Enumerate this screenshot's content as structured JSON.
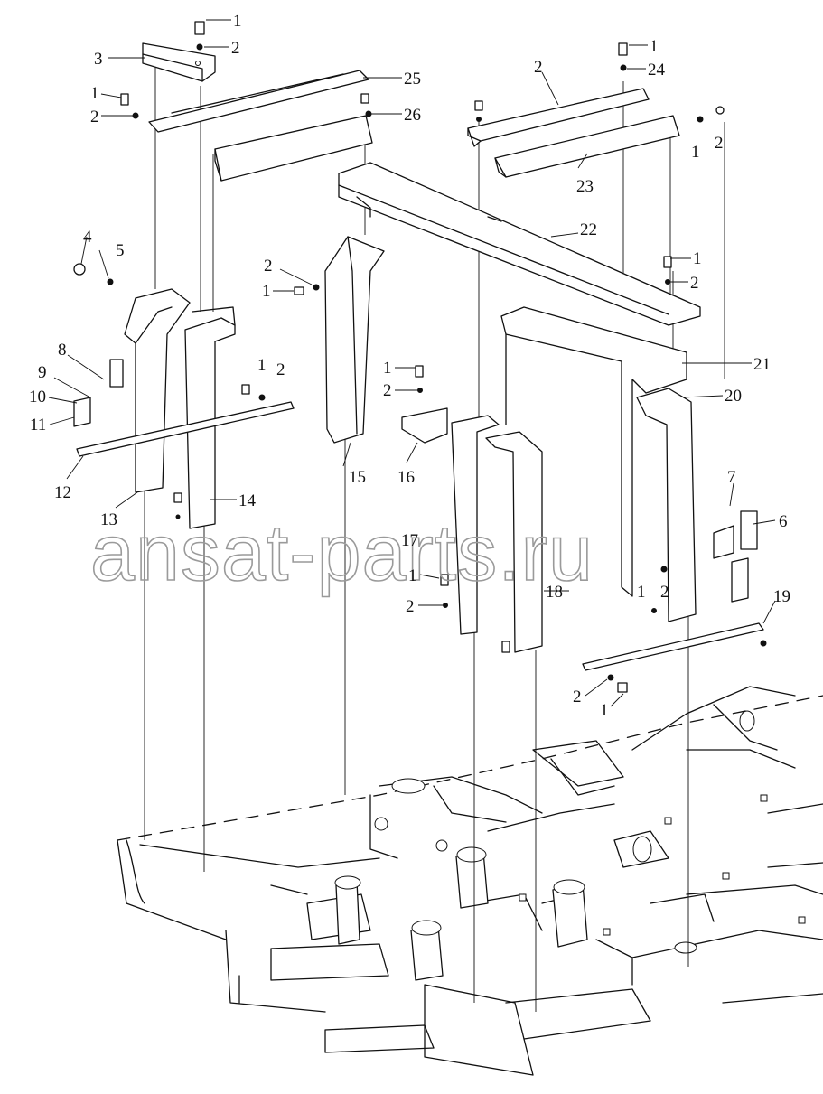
{
  "watermark": "ansat-parts.ru",
  "callouts": [
    {
      "id": "c1a",
      "label": "1"
    },
    {
      "id": "c2a",
      "label": "2"
    },
    {
      "id": "c3",
      "label": "3"
    },
    {
      "id": "c1b",
      "label": "1"
    },
    {
      "id": "c2b",
      "label": "2"
    },
    {
      "id": "c25",
      "label": "25"
    },
    {
      "id": "c26",
      "label": "26"
    },
    {
      "id": "c1c",
      "label": "1"
    },
    {
      "id": "c2c",
      "label": "2"
    },
    {
      "id": "c24",
      "label": "24"
    },
    {
      "id": "c2d",
      "label": "2"
    },
    {
      "id": "c1d",
      "label": "1"
    },
    {
      "id": "c23",
      "label": "23"
    },
    {
      "id": "c22",
      "label": "22"
    },
    {
      "id": "c4",
      "label": "4"
    },
    {
      "id": "c5",
      "label": "5"
    },
    {
      "id": "c2e",
      "label": "2"
    },
    {
      "id": "c1e",
      "label": "1"
    },
    {
      "id": "c1f",
      "label": "1"
    },
    {
      "id": "c2f",
      "label": "2"
    },
    {
      "id": "c21",
      "label": "21"
    },
    {
      "id": "c8",
      "label": "8"
    },
    {
      "id": "c9",
      "label": "9"
    },
    {
      "id": "c10",
      "label": "10"
    },
    {
      "id": "c11",
      "label": "11"
    },
    {
      "id": "c1g",
      "label": "1"
    },
    {
      "id": "c2g",
      "label": "2"
    },
    {
      "id": "c1h",
      "label": "1"
    },
    {
      "id": "c2h",
      "label": "2"
    },
    {
      "id": "c20",
      "label": "20"
    },
    {
      "id": "c12",
      "label": "12"
    },
    {
      "id": "c15",
      "label": "15"
    },
    {
      "id": "c16",
      "label": "16"
    },
    {
      "id": "c13",
      "label": "13"
    },
    {
      "id": "c14",
      "label": "14"
    },
    {
      "id": "c7",
      "label": "7"
    },
    {
      "id": "c6",
      "label": "6"
    },
    {
      "id": "c17",
      "label": "17"
    },
    {
      "id": "c1i",
      "label": "1"
    },
    {
      "id": "c18",
      "label": "18"
    },
    {
      "id": "c1j",
      "label": "1"
    },
    {
      "id": "c2j",
      "label": "2"
    },
    {
      "id": "c2i",
      "label": "2"
    },
    {
      "id": "c19",
      "label": "19"
    },
    {
      "id": "c2k",
      "label": "2"
    },
    {
      "id": "c1k",
      "label": "1"
    }
  ]
}
